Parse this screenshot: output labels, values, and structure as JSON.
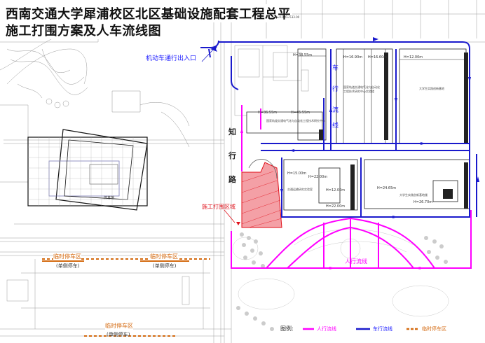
{
  "title": {
    "line1": "西南交通大学犀浦校区北区基础设施配套工程总平",
    "line2": "施工打围方案及人车流线图"
  },
  "labels": {
    "vehicle_entrance": "机动车通行出入口",
    "road_name": [
      "知",
      "行",
      "路"
    ],
    "enclosure_line": "施工打围区域",
    "vehicle_flow_vertical": [
      "车",
      "行",
      "流",
      "线"
    ],
    "pedestrian_flow": "人行流线",
    "parking_1": "临时停车区",
    "parking_1_sub": "(单侧停车)",
    "parking_2": "临时停车区",
    "parking_2_sub": "(单侧停车)",
    "parking_3": "临时停车区",
    "parking_3_sub": "(单侧停车)",
    "elevation_top": "H±0.000=533.00",
    "building_a_height": "H=38.55m",
    "building_b_height": "H=36.55m",
    "building_b_h2": "H=45.55m",
    "building_c_height": "H=16.90m",
    "building_c_h2": "H=16.60m",
    "building_d_height": "H=12.00m",
    "building_e_height": "H=15.00m",
    "building_e_h2": "H=22.00m",
    "building_e_h3": "H=12.00m",
    "building_e_h4": "H=22.00m",
    "building_f_height": "H=24.65m",
    "building_f_h2": "H=26.70m",
    "building_c_name": "国家轨道交通电气化与自动化工程技术研究中心实验楼",
    "building_d_name": "大学生实践创新基地",
    "building_e_name": "交通运输研究实验室",
    "building_f_name": "大学生实践创新基地楼",
    "building_b_name": "国家轨道交通电气化与自动化工程技术研究中心",
    "stadium_label": "体育馆"
  },
  "legend": {
    "title": "图例:",
    "items": [
      {
        "label": "人行流线",
        "color": "#ff00ff"
      },
      {
        "label": "车行流线",
        "color": "#1a1acc"
      },
      {
        "label": "临时停车区",
        "color": "#d46a10"
      }
    ]
  },
  "colors": {
    "vehicle": "#1a1acc",
    "pedestrian": "#ff00ff",
    "enclosure": "#e0101a",
    "parking": "#d46a10"
  }
}
